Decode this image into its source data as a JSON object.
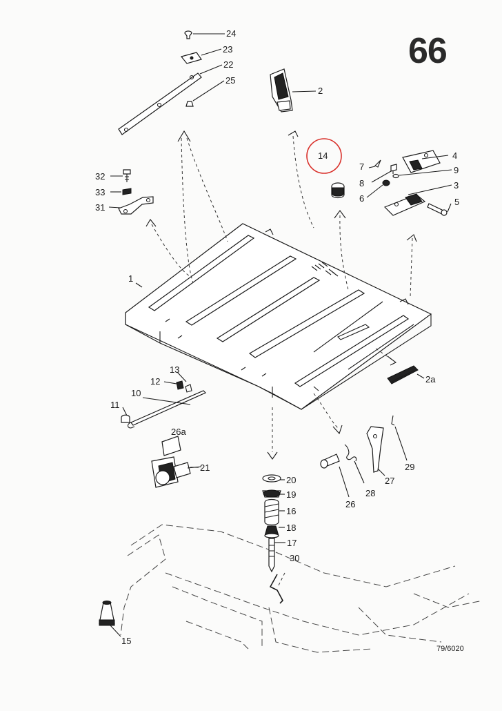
{
  "page": {
    "number": "66",
    "drawing_code": "79/6020"
  },
  "highlight": {
    "label": "14",
    "color": "#d9302a"
  },
  "callouts": [
    "24",
    "23",
    "22",
    "25",
    "2",
    "14",
    "7",
    "4",
    "8",
    "9",
    "6",
    "3",
    "5",
    "32",
    "33",
    "31",
    "1",
    "2a",
    "13",
    "12",
    "10",
    "11",
    "26a",
    "21",
    "20",
    "19",
    "16",
    "18",
    "17",
    "30",
    "15",
    "29",
    "27",
    "28",
    "26"
  ]
}
